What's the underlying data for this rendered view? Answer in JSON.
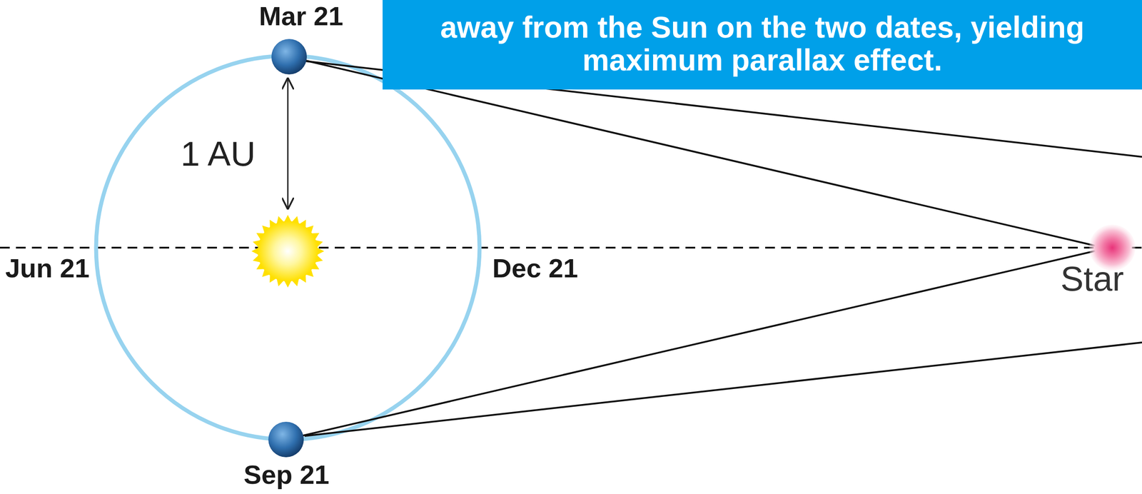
{
  "diagram": {
    "nodes": [
      {
        "text": [
          "away from the Sun on the two dates, yielding maximum parallax effect."
        ]
      }
    ],
    "labels": [
      "Mar 21",
      "1 AU",
      "Jun 21",
      "Dec 21",
      "Sep 21",
      "Star"
    ]
  }
}
